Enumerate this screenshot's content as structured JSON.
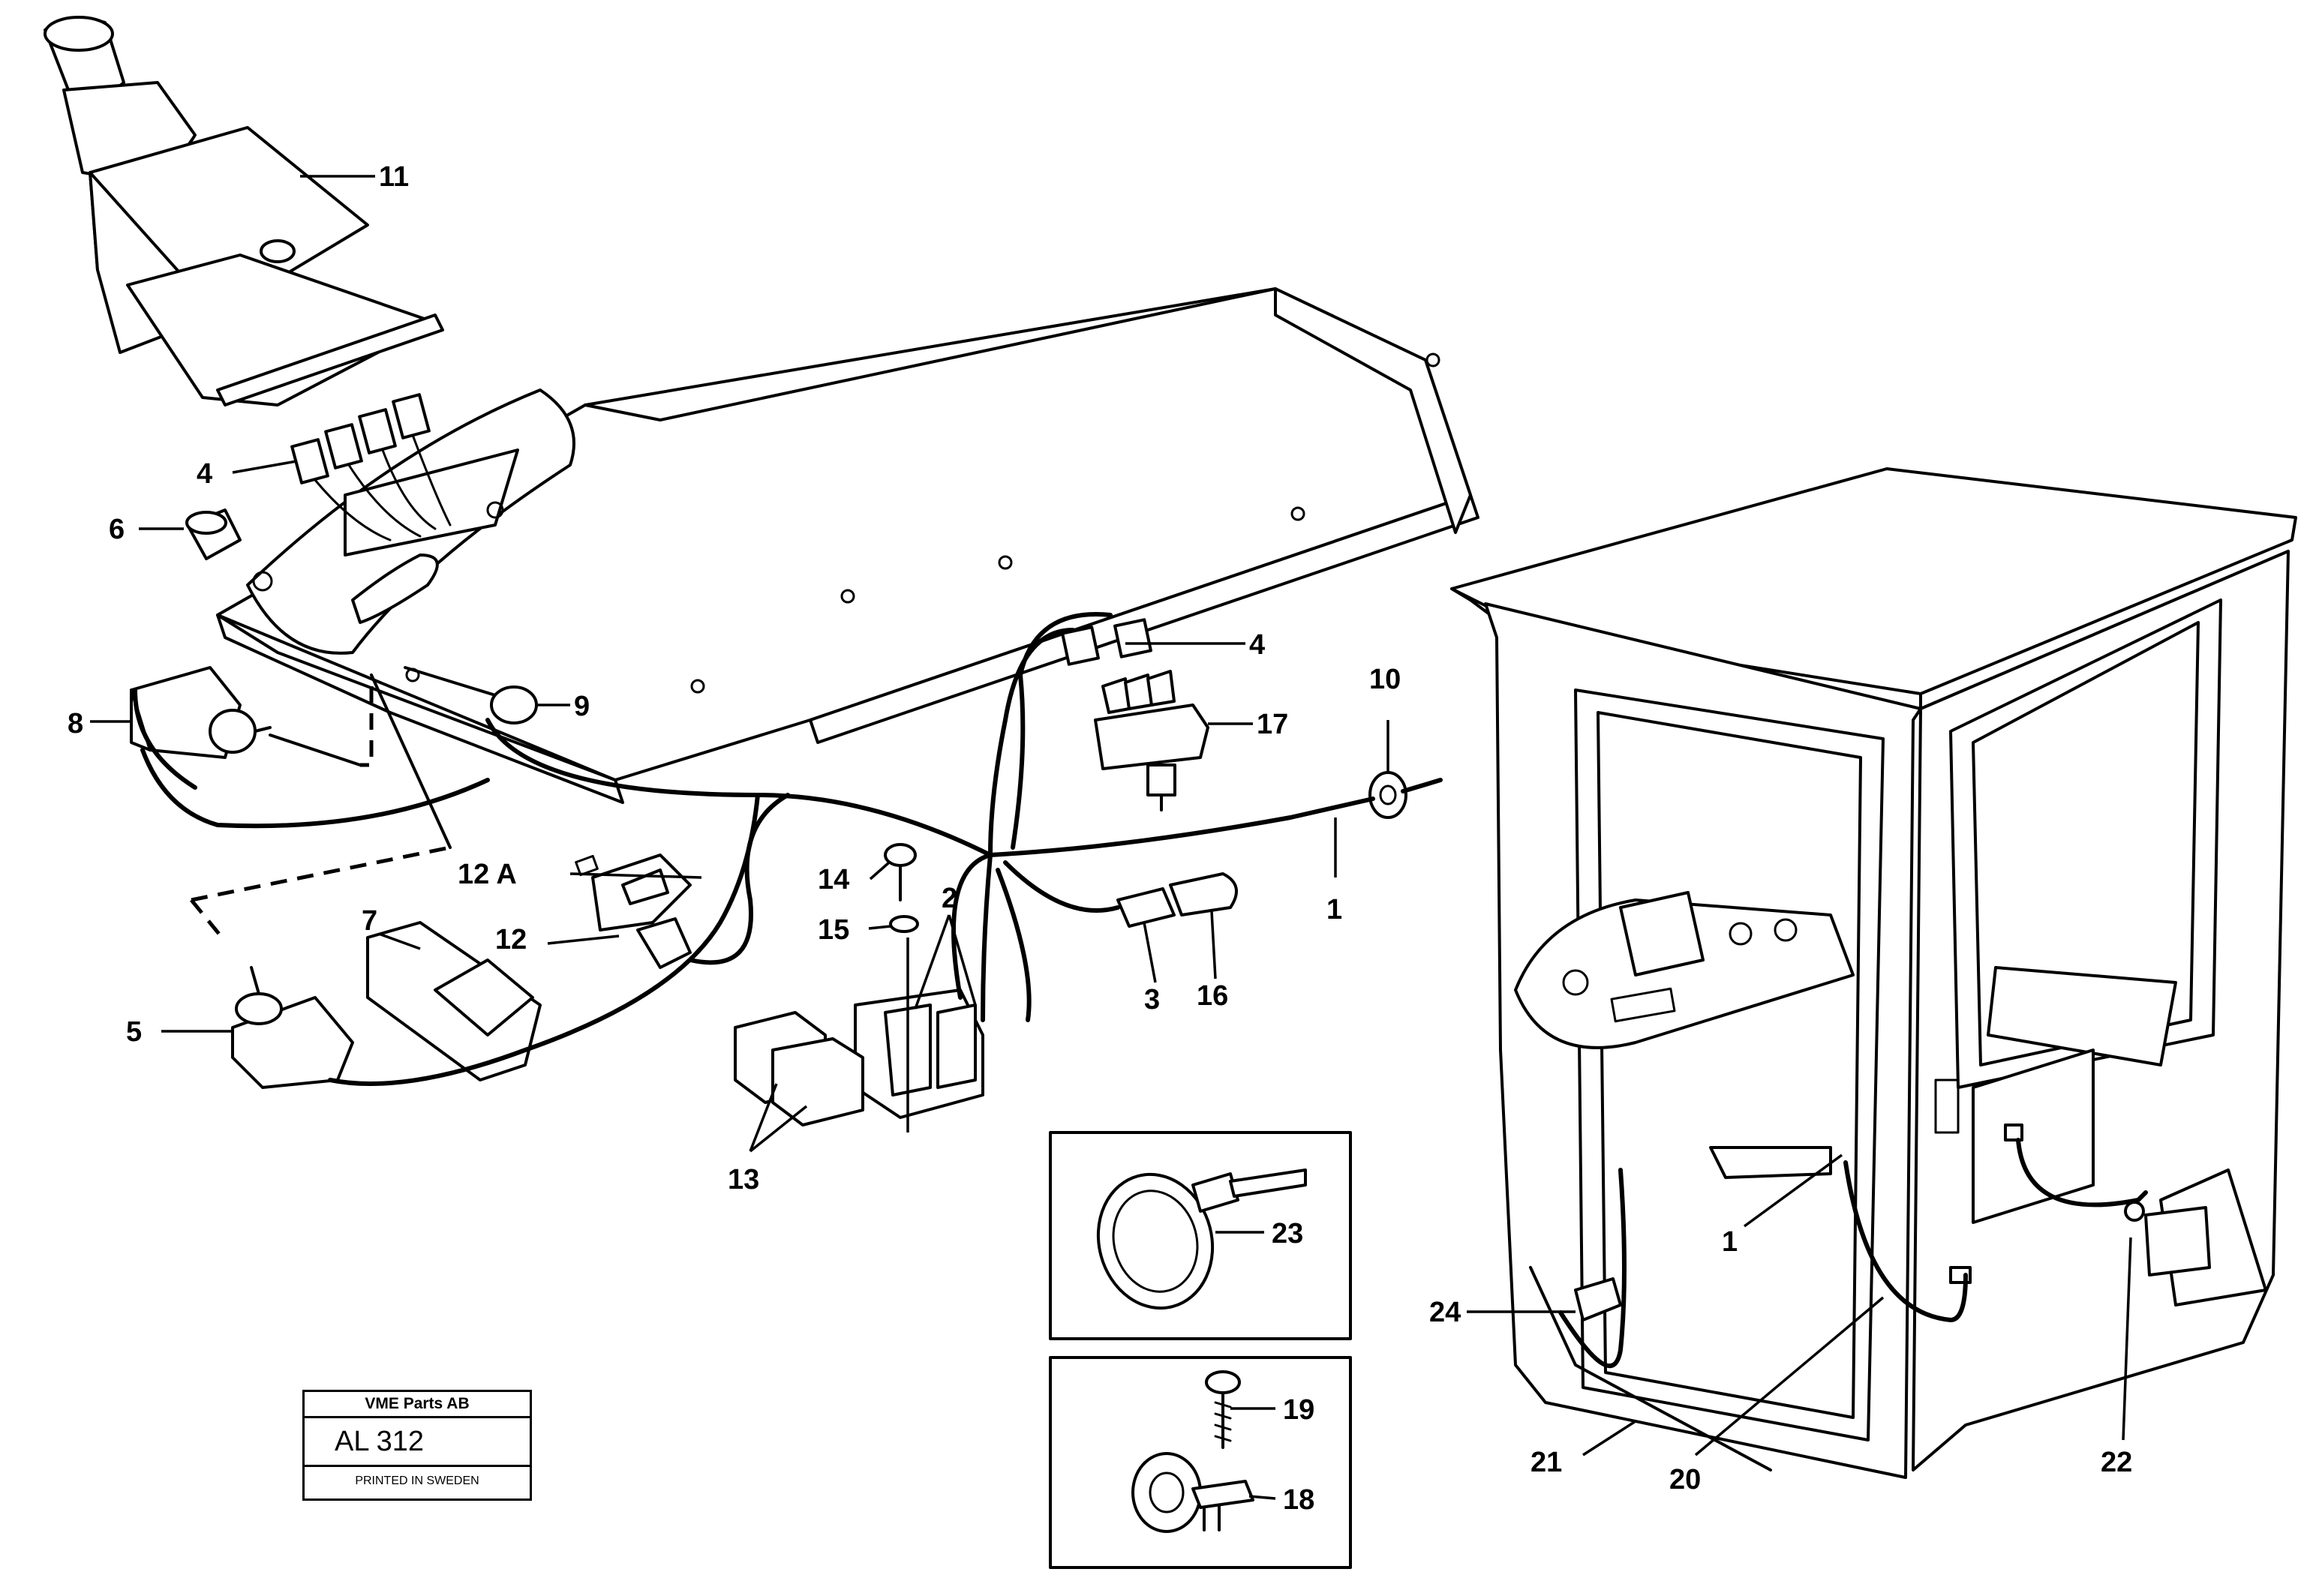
{
  "callouts": {
    "c11": "11",
    "c4a": "4",
    "c6": "6",
    "c8": "8",
    "c9": "9",
    "c4b": "4",
    "c17": "17",
    "c10": "10",
    "c1a": "1",
    "c12a": "12 A",
    "c12": "12",
    "c7": "7",
    "c5": "5",
    "c14": "14",
    "c15": "15",
    "c2": "2",
    "c13": "13",
    "c3": "3",
    "c16": "16",
    "c23": "23",
    "c19": "19",
    "c18": "18",
    "c1b": "1",
    "c24": "24",
    "c21": "21",
    "c20": "20",
    "c22": "22"
  },
  "stamp": {
    "company": "VME Parts AB",
    "code": "AL 312",
    "printed": "PRINTED IN SWEDEN"
  }
}
